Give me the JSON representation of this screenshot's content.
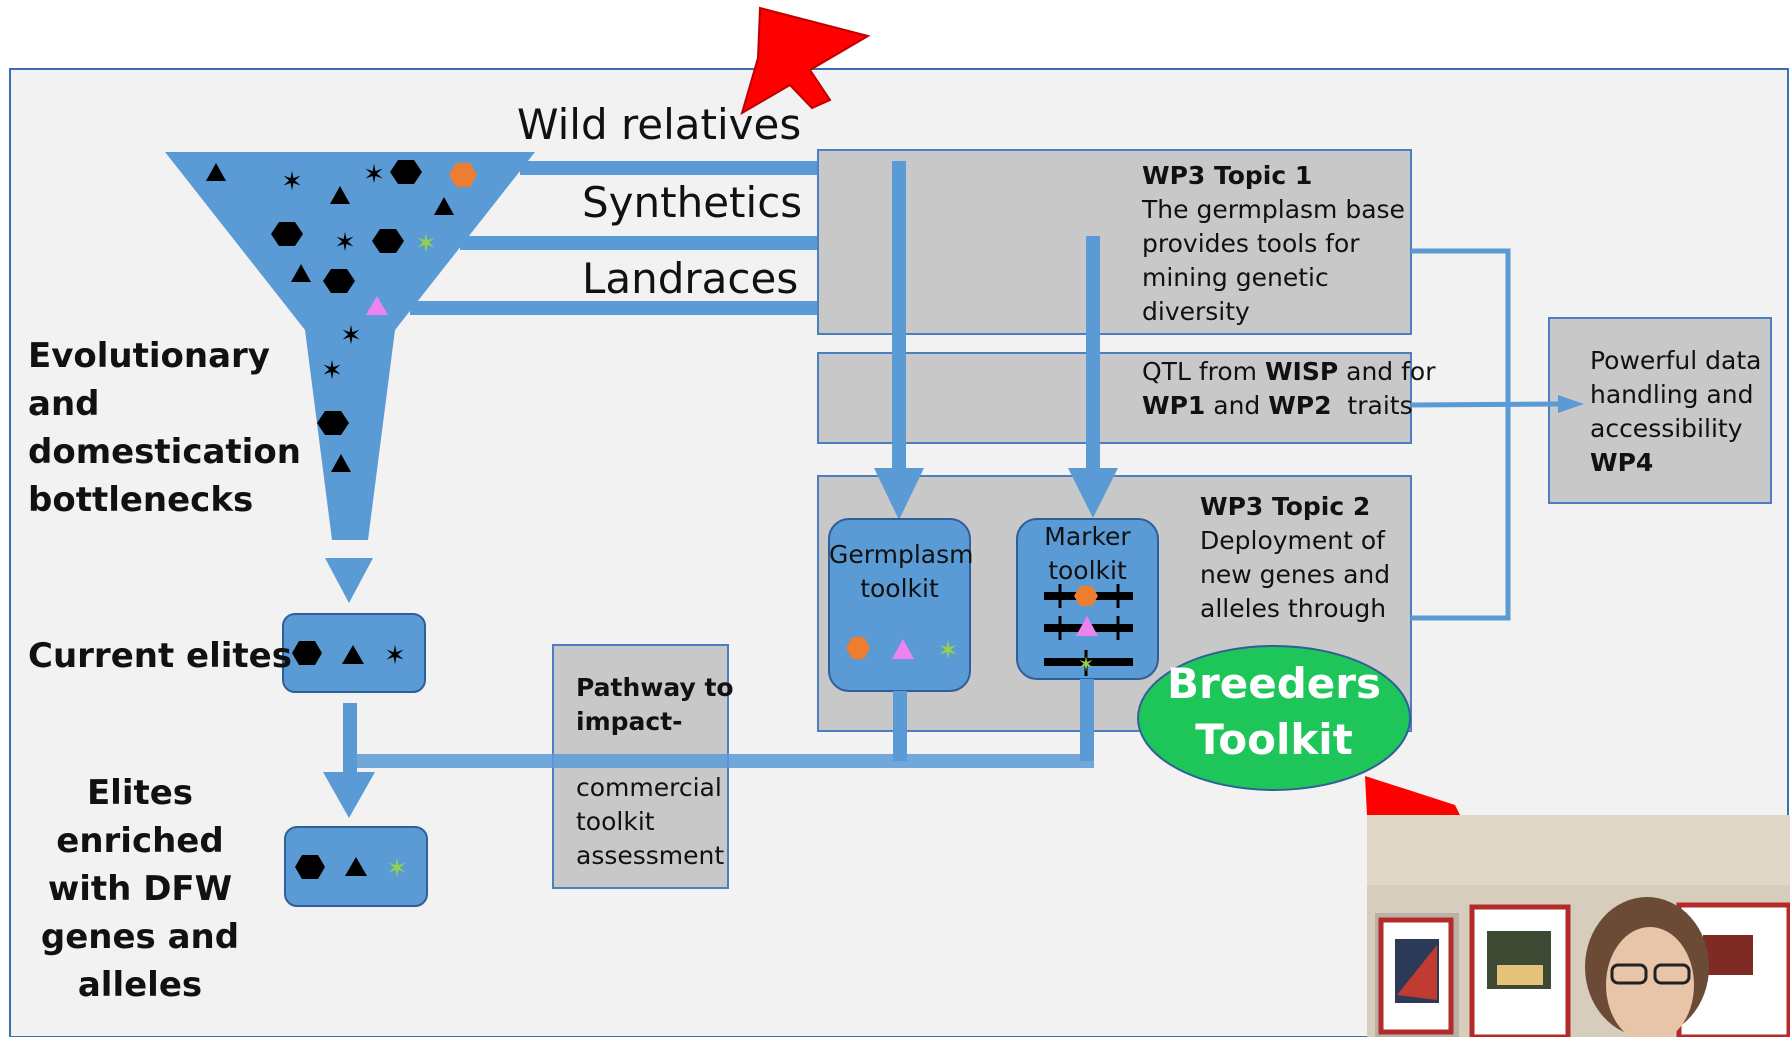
{
  "labels": {
    "wild_relatives": "Wild relatives",
    "synthetics": "Synthetics",
    "landraces": "Landraces",
    "evo_bottlenecks": [
      "Evolutionary",
      "and",
      "domestication",
      "bottlenecks"
    ],
    "current_elites": "Current elites",
    "elites_enriched": [
      "Elites",
      "enriched",
      "with DFW",
      "genes and",
      "alleles"
    ]
  },
  "wp3_topic1": {
    "title": "WP3 Topic 1",
    "lines": [
      "The germplasm base",
      "provides tools for",
      "mining genetic",
      "diversity"
    ]
  },
  "qtl_box": {
    "line1_pre": "QTL from ",
    "line1_bold": "WISP",
    "line1_post": " and for",
    "line2_bold1": "WP1",
    "line2_mid": " and ",
    "line2_bold2": "WP2",
    "line2_post": "  traits"
  },
  "wp4_box": {
    "lines": [
      "Powerful data",
      "handling and",
      "accessibility"
    ],
    "bold": "WP4"
  },
  "wp3_topic2": {
    "title": "WP3 Topic 2",
    "lines": [
      "Deployment of",
      "new genes and",
      "alleles through"
    ]
  },
  "germplasm_toolkit": [
    "Germplasm",
    "toolkit"
  ],
  "marker_toolkit": [
    "Marker",
    "toolkit"
  ],
  "breeders_toolkit": [
    "Breeders",
    "Toolkit"
  ],
  "pathway_box": {
    "bold_lines": [
      "Pathway to",
      "impact-"
    ],
    "lines": [
      "commercial",
      "toolkit",
      "assessment"
    ]
  },
  "colors": {
    "funnel_blue": "#5b9bd5",
    "box_gray": "#c8c8c8",
    "breeders_green": "#1ec65a",
    "arrow_red": "#ff0000",
    "orange_hex": "#ed7d31",
    "pink_triangle": "#ee82ee",
    "green_star": "#92d050"
  }
}
